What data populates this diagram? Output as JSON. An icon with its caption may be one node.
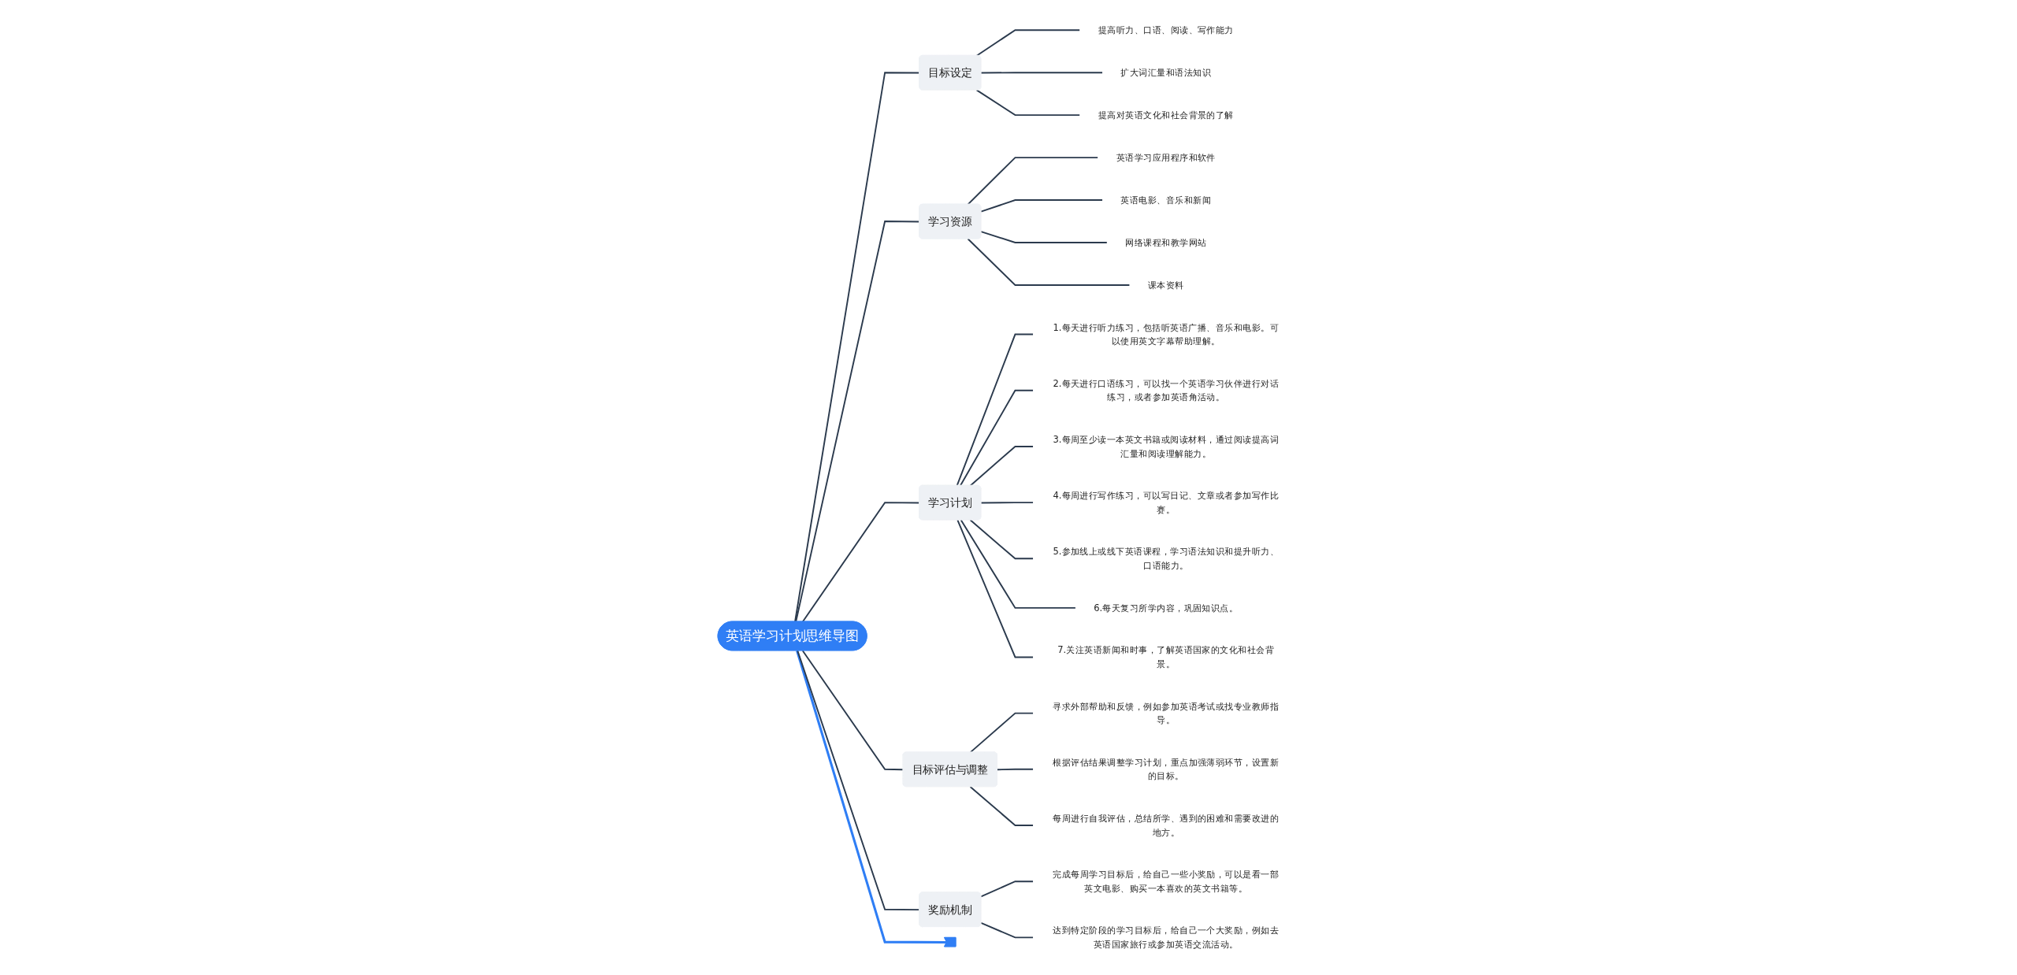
{
  "diagram": {
    "nodes": [
      {
        "text": [
          "英语学习计划思维导图"
        ]
      },
      {
        "text": [
          "目标设定"
        ]
      },
      {
        "text": [
          "提高听力、口语、阅读、写作能力"
        ]
      },
      {
        "text": [
          "扩大词汇量和语法知识"
        ]
      },
      {
        "text": [
          "提高对英语文化和社会背景的了解"
        ]
      },
      {
        "text": [
          "学习资源"
        ]
      },
      {
        "text": [
          "英语学习应用程序和软件"
        ]
      },
      {
        "text": [
          "英语电影、音乐和新闻"
        ]
      },
      {
        "text": [
          "网络课程和教学网站"
        ]
      },
      {
        "text": [
          "课本资料"
        ]
      },
      {
        "text": [
          "学习计划"
        ]
      },
      {
        "text": [
          "1.每天进行听力练习，包括听英语广播、音乐和电影。可以使用英文字幕帮助理解。"
        ]
      },
      {
        "text": [
          "2.每天进行口语练习，可以找一个英语学习伙伴进行对话练习，或者参加英语角活动。"
        ]
      },
      {
        "text": [
          "3.每周至少读一本英文书籍或阅读材料，通过阅读提高词汇量和阅读理解能力。"
        ]
      },
      {
        "text": [
          "4.每周进行写作练习，可以写日记、文章或者参加写作比赛。"
        ]
      },
      {
        "text": [
          "5.参加线上或线下英语课程，学习语法知识和提升听力、口语能力。"
        ]
      },
      {
        "text": [
          "6.每天复习所学内容，巩固知识点。"
        ]
      },
      {
        "text": [
          "7.关注英语新闻和时事，了解英语国家的文化和社会背景。"
        ]
      },
      {
        "text": [
          "目标评估与调整"
        ]
      },
      {
        "text": [
          "寻求外部帮助和反馈，例如参加英语考试或找专业教师指导。"
        ]
      },
      {
        "text": [
          "根据评估结果调整学习计划，重点加强薄弱环节，设置新的目标。"
        ]
      },
      {
        "text": [
          "每周进行自我评估，总结所学、遇到的困难和需要改进的地方。"
        ]
      },
      {
        "text": [
          "奖励机制"
        ]
      },
      {
        "text": [
          "完成每周学习目标后，给自己一些小奖励，可以是看一部英文电影、购买一本喜欢的英文书籍等。"
        ]
      },
      {
        "text": [
          "达到特定阶段的学习目标后，给自己一个大奖励，例如去英语国家旅行或参加英语交流活动。"
        ]
      },
      {
        "text": [],
        "shape": "tail"
      }
    ],
    "edges": [
      {
        "from": 0,
        "to": 25,
        "arrow": "none",
        "color": "#2f7ef5"
      },
      {
        "from": 0,
        "to": 1,
        "arrow": "none"
      },
      {
        "from": 1,
        "to": 2,
        "arrow": "none"
      },
      {
        "from": 1,
        "to": 3,
        "arrow": "none"
      },
      {
        "from": 1,
        "to": 4,
        "arrow": "none"
      },
      {
        "from": 0,
        "to": 5,
        "arrow": "none"
      },
      {
        "from": 5,
        "to": 6,
        "arrow": "none"
      },
      {
        "from": 5,
        "to": 7,
        "arrow": "none"
      },
      {
        "from": 5,
        "to": 8,
        "arrow": "none"
      },
      {
        "from": 5,
        "to": 9,
        "arrow": "none"
      },
      {
        "from": 0,
        "to": 10,
        "arrow": "none"
      },
      {
        "from": 10,
        "to": 11,
        "arrow": "none"
      },
      {
        "from": 10,
        "to": 12,
        "arrow": "none"
      },
      {
        "from": 10,
        "to": 13,
        "arrow": "none"
      },
      {
        "from": 10,
        "to": 14,
        "arrow": "none"
      },
      {
        "from": 10,
        "to": 15,
        "arrow": "none"
      },
      {
        "from": 10,
        "to": 16,
        "arrow": "none"
      },
      {
        "from": 10,
        "to": 17,
        "arrow": "none"
      },
      {
        "from": 0,
        "to": 18,
        "arrow": "none"
      },
      {
        "from": 18,
        "to": 19,
        "arrow": "none"
      },
      {
        "from": 18,
        "to": 20,
        "arrow": "none"
      },
      {
        "from": 18,
        "to": 21,
        "arrow": "none"
      },
      {
        "from": 0,
        "to": 22,
        "arrow": "none"
      },
      {
        "from": 22,
        "to": 23,
        "arrow": "none"
      },
      {
        "from": 22,
        "to": 24,
        "arrow": "none"
      }
    ]
  }
}
